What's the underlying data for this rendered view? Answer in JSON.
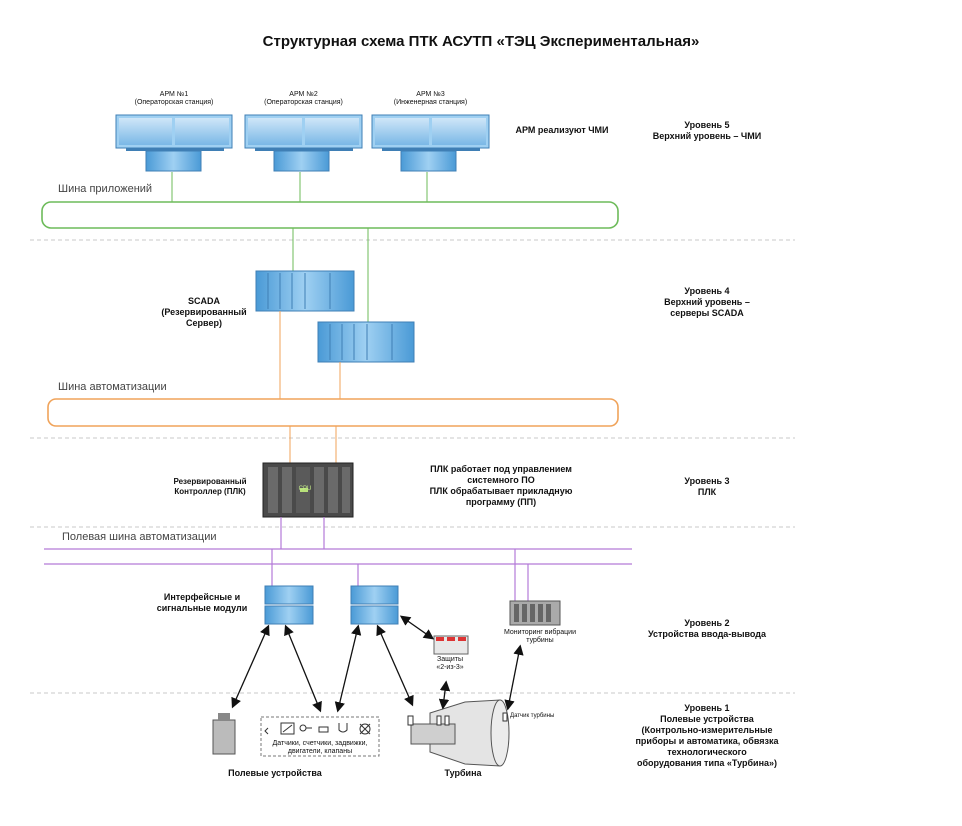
{
  "title": "Структурная схема ПТК АСУТП «ТЭЦ Экспериментальная»",
  "workstations": [
    {
      "name": "АРМ №1",
      "role": "(Операторская станция)"
    },
    {
      "name": "АРМ №2",
      "role": "(Операторская станция)"
    },
    {
      "name": "АРМ №3",
      "role": "(Инженерная станция)"
    }
  ],
  "arm_note": "АРМ реализуют ЧМИ",
  "buses": {
    "applications": "Шина приложений",
    "automation": "Шина автоматизации",
    "field": "Полевая шина автоматизации"
  },
  "scada": {
    "line1": "SCADA",
    "line2": "(Резервированный",
    "line3": "Сервер)"
  },
  "plc": {
    "line1": "Резервированный",
    "line2": "Контроллер (ПЛК)",
    "cpu": "CPU"
  },
  "plc_note": {
    "line1": "ПЛК работает под управлением",
    "line2": "системного ПО",
    "line3": "ПЛК обрабатывает прикладную",
    "line4": "программу (ПП)"
  },
  "io": {
    "modules_line1": "Интерфейсные и",
    "modules_line2": "сигнальные модули",
    "protection_line1": "Защиты",
    "protection_line2": "«2-из-3»",
    "vibration_line1": "Мониторинг вибрации",
    "vibration_line2": "турбины"
  },
  "field": {
    "sensors_line1": "Датчики, счетчики, задвижки,",
    "sensors_line2": "двигатели, клапаны",
    "sensor_turbine": "Датчик турбины",
    "field_devices": "Полевые устройства",
    "turbine": "Турбина"
  },
  "levels": {
    "l5": {
      "line1": "Уровень 5",
      "line2": "Верхний уровень – ЧМИ"
    },
    "l4": {
      "line1": "Уровень 4",
      "line2": "Верхний уровень –",
      "line3": "серверы SCADA"
    },
    "l3": {
      "line1": "Уровень 3",
      "line2": "ПЛК"
    },
    "l2": {
      "line1": "Уровень 2",
      "line2": "Устройства ввода-вывода"
    },
    "l1": {
      "line1": "Уровень 1",
      "line2": "Полевые устройства",
      "line3": "(Контрольно-измерительные",
      "line4": "приборы и автоматика, обвязка",
      "line5": "технологического",
      "line6": "оборудования типа «Турбина»)"
    }
  },
  "colors": {
    "green": "#6dbb5a",
    "orange": "#f0a35a",
    "purple": "#b47ad8",
    "blue": "#5aa9dc",
    "divider": "#c8c8c8"
  }
}
